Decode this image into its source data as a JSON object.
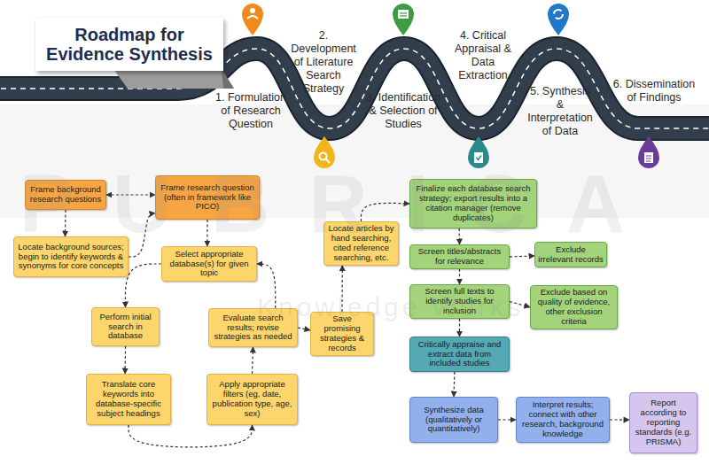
{
  "diagram": {
    "title": "Roadmap for Evidence Synthesis",
    "nodes": [
      {
        "text": [
          "Frame background research questions"
        ]
      },
      {
        "text": [
          "Frame research question (often in framework like PICO)"
        ]
      },
      {
        "text": [
          "Locate background sources; begin to identify keywords & synonyms for core concepts"
        ]
      },
      {
        "text": [
          "Select appropriate database(s) for given topic"
        ]
      },
      {
        "text": [
          "Perform initial search in database"
        ]
      },
      {
        "text": [
          "Evaluate search results; revise strategies as needed"
        ]
      },
      {
        "text": [
          "Save promising strategies & records"
        ]
      },
      {
        "text": [
          "Locate articles by hand searching, cited reference searching, etc."
        ]
      },
      {
        "text": [
          "Translate core keywords into database-specific subject headings"
        ]
      },
      {
        "text": [
          "Apply appropriate filters (eg, date, publication type, age, sex)"
        ]
      },
      {
        "text": [
          "Finalize each database search strategy; export results into a citation manager (remove duplicates)"
        ]
      },
      {
        "text": [
          "Screen titles/abstracts for relevance"
        ]
      },
      {
        "text": [
          "Exclude irrelevant records"
        ]
      },
      {
        "text": [
          "Screen full texts to identify studies for inclusion"
        ]
      },
      {
        "text": [
          "Exclude based on quality of evidence, other exclusion criteria"
        ]
      },
      {
        "text": [
          "Critically appraise and extract data from included studies"
        ]
      },
      {
        "text": [
          "Synthesize data (qualitatively or quantitatively)"
        ]
      },
      {
        "text": [
          "Interpret results; connect with other research, background knowledge"
        ]
      },
      {
        "text": [
          "Report according to reporting standards (e.g. PRISMA)"
        ]
      }
    ],
    "edges": [
      {
        "from": 0,
        "to": 1,
        "arrow": "both"
      },
      {
        "from": 0,
        "to": 2,
        "arrow": "to"
      },
      {
        "from": 2,
        "to": 1,
        "arrow": "to"
      },
      {
        "from": 1,
        "to": 3,
        "arrow": "to"
      },
      {
        "from": 3,
        "to": 4,
        "arrow": "to"
      },
      {
        "from": 4,
        "to": 8,
        "arrow": "to"
      },
      {
        "from": 8,
        "to": 9,
        "arrow": "to"
      },
      {
        "from": 9,
        "to": 5,
        "arrow": "to"
      },
      {
        "from": 5,
        "to": 3,
        "arrow": "to"
      },
      {
        "from": 5,
        "to": 6,
        "arrow": "to"
      },
      {
        "from": 6,
        "to": 7,
        "arrow": "to"
      },
      {
        "from": 7,
        "to": 10,
        "arrow": "to"
      },
      {
        "from": 10,
        "to": 11,
        "arrow": "to"
      },
      {
        "from": 11,
        "to": 12,
        "arrow": "to"
      },
      {
        "from": 11,
        "to": 13,
        "arrow": "to"
      },
      {
        "from": 13,
        "to": 14,
        "arrow": "to"
      },
      {
        "from": 13,
        "to": 15,
        "arrow": "to"
      },
      {
        "from": 15,
        "to": 16,
        "arrow": "to"
      },
      {
        "from": 16,
        "to": 17,
        "arrow": "to"
      },
      {
        "from": 17,
        "to": 18,
        "arrow": "to"
      }
    ],
    "labels": [
      "1. Formulation of Research Question",
      "2. Development of Literature Search Strategy",
      "3. Identification & Selection of Studies",
      "4. Critical Appraisal & Data Extraction",
      "5. Synthesis & Interpretation of Data",
      "6. Dissemination of Findings",
      "PUBRICA",
      "Knowledge Works"
    ]
  }
}
